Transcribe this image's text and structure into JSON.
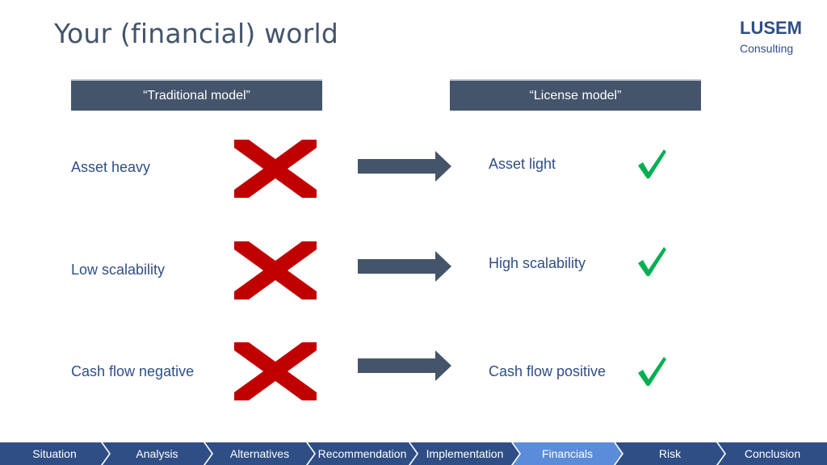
{
  "slide": {
    "title": "Your (financial) world",
    "logo": {
      "name": "LUSEM",
      "subtitle": "Consulting"
    }
  },
  "models": {
    "traditional": "“Traditional model”",
    "license": "“License model”"
  },
  "rows": [
    {
      "from": "Asset heavy",
      "to": "Asset light"
    },
    {
      "from": "Low scalability",
      "to": "High scalability"
    },
    {
      "from": "Cash flow negative",
      "to": "Cash flow positive"
    }
  ],
  "icons": {
    "cross": "cross-icon",
    "arrow": "arrow-right-icon",
    "check": "checkmark-icon"
  },
  "colors": {
    "cross": "#C00000",
    "arrow": "#44546A",
    "check": "#00B050",
    "nav": "#2F4E86",
    "nav_active": "#5B8CD9",
    "header": "#44546A"
  },
  "nav": {
    "items": [
      "Situation",
      "Analysis",
      "Alternatives",
      "Recommendation",
      "Implementation",
      "Financials",
      "Risk",
      "Conclusion"
    ],
    "active": "Financials"
  }
}
